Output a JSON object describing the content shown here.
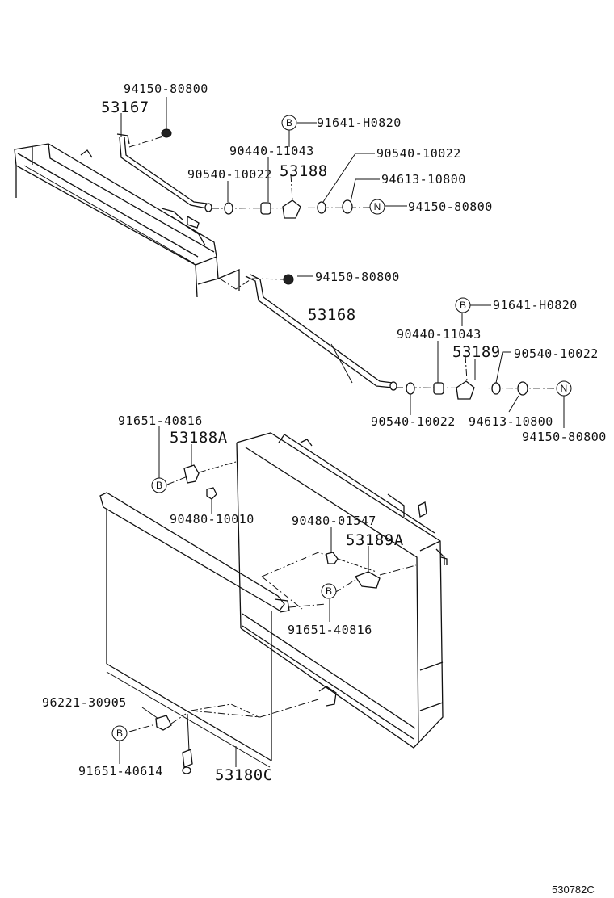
{
  "labels": {
    "p_94150_80800_top": "94150-80800",
    "p_53167": "53167",
    "p_91641_H0820_a": "91641-H0820",
    "p_90440_11043_a": "90440-11043",
    "p_90540_10022_a": "90540-10022",
    "p_90540_10022_b": "90540-10022",
    "p_53188": "53188",
    "p_94613_10800_a": "94613-10800",
    "p_94150_80800_a": "94150-80800",
    "p_94150_80800_mid": "94150-80800",
    "p_53168": "53168",
    "p_91641_H0820_b": "91641-H0820",
    "p_90440_11043_b": "90440-11043",
    "p_53189": "53189",
    "p_90540_10022_c": "90540-10022",
    "p_90540_10022_d": "90540-10022",
    "p_94613_10800_b": "94613-10800",
    "p_94150_80800_b": "94150-80800",
    "p_91651_40816_a": "91651-40816",
    "p_53188A": "53188A",
    "p_90480_10010": "90480-10010",
    "p_90480_01547": "90480-01547",
    "p_53189A": "53189A",
    "p_91651_40816_b": "91651-40816",
    "p_96221_30905": "96221-30905",
    "p_91651_40614": "91651-40614",
    "p_53180C": "53180C"
  },
  "markers": {
    "b1": "B",
    "b2": "B",
    "b3": "B",
    "b4": "B",
    "b5": "B",
    "n1": "N",
    "n2": "N"
  },
  "footer": {
    "code": "530782C"
  }
}
